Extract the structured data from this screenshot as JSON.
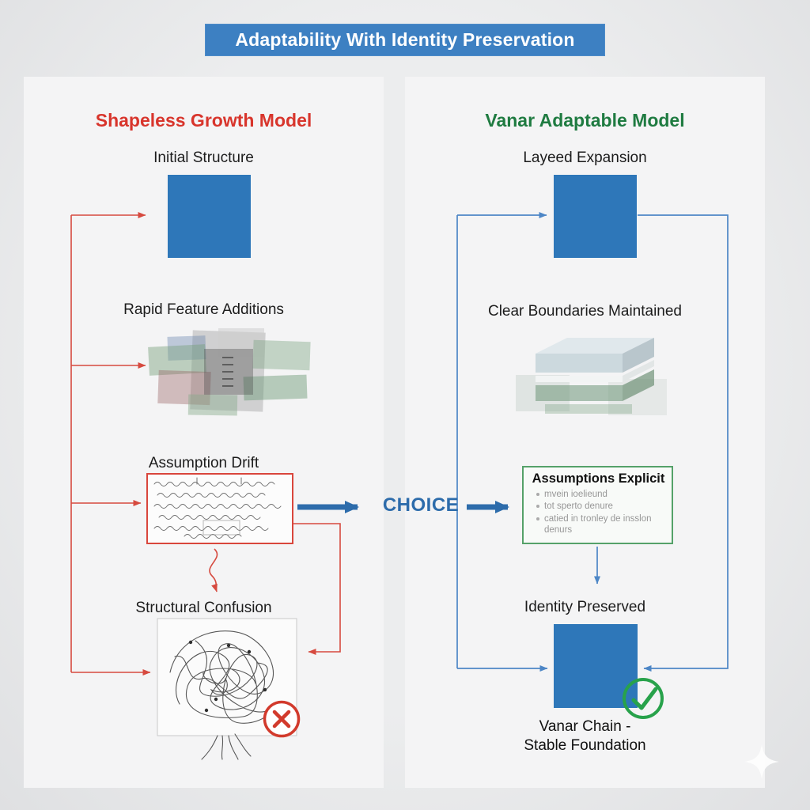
{
  "title": "Adaptability With Identity Preservation",
  "choice": {
    "label": "CHOICE"
  },
  "left": {
    "heading": "Shapeless Growth Model",
    "steps": {
      "initial": "Initial Structure",
      "rapid": "Rapid Feature Additions",
      "drift": "Assumption Drift",
      "confusion": "Structural Confusion"
    }
  },
  "right": {
    "heading": "Vanar Adaptable Model",
    "steps": {
      "layered": "Layeed Expansion",
      "boundaries": "Clear Boundaries Maintained",
      "identity": "Identity Preserved"
    },
    "assumptions": {
      "title": "Assumptions Explicit",
      "bullets": [
        "mvein ioelieund",
        "tot sperto denure",
        "catied in tronley de insslon denurs"
      ]
    },
    "footer": {
      "line1": "Vanar Chain -",
      "line2": "Stable Foundation"
    }
  },
  "icons": {
    "error": "error-x-icon",
    "success": "check-icon",
    "sparkle": "sparkle-icon"
  },
  "colors": {
    "banner_blue": "#3d80c2",
    "box_blue": "#2e77b9",
    "left_accent": "#d8352c",
    "right_accent": "#1f7b41",
    "choice_blue": "#2d6cab",
    "arrow_blue": "#4d86c6",
    "arrow_red": "#d64a3f",
    "check_green": "#28a24b"
  }
}
